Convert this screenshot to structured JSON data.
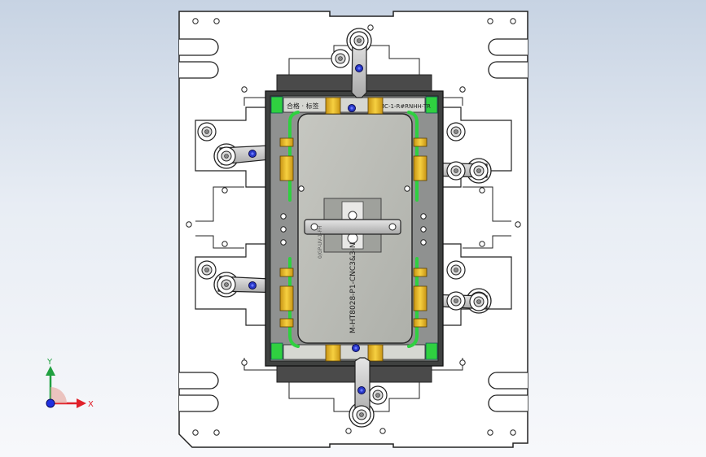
{
  "viewport": {
    "part_label_main": "M-HT8028-P1-CNC3&3-N",
    "part_label_top_left": "合格 · 标签",
    "part_label_top_right": "OOMC-1-R#RNHH-TR",
    "part_label_side": "0/GP-UV-1-FH"
  },
  "triad": {
    "x_label": "X",
    "y_label": "Y",
    "x_color": "#e0202a",
    "y_color": "#20a040",
    "z_color": "#2030e0"
  },
  "colors": {
    "plate": "#ffffff",
    "plate_edge": "#222222",
    "frame_dark": "#4a4a4a",
    "body_gray": "#8f9190",
    "panel_gray": "#b9bbb6",
    "clamp_steel": "#c0c0c0",
    "green_pad": "#2fd040",
    "yellow_block": "#f0c020",
    "bolt_blue": "#2838c8"
  }
}
